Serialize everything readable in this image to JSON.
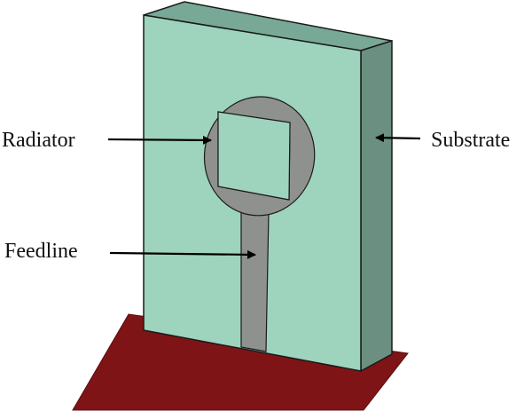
{
  "labels": {
    "radiator": "Radiator",
    "feedline": "Feedline",
    "substrate": "Substrate"
  },
  "colors": {
    "substrate_front": "#9ed3bd",
    "substrate_top": "#78a997",
    "substrate_side": "#6b8f80",
    "metal": "#8f918e",
    "ground_plane": "#7f1416",
    "outline": "#1a1a1a"
  }
}
